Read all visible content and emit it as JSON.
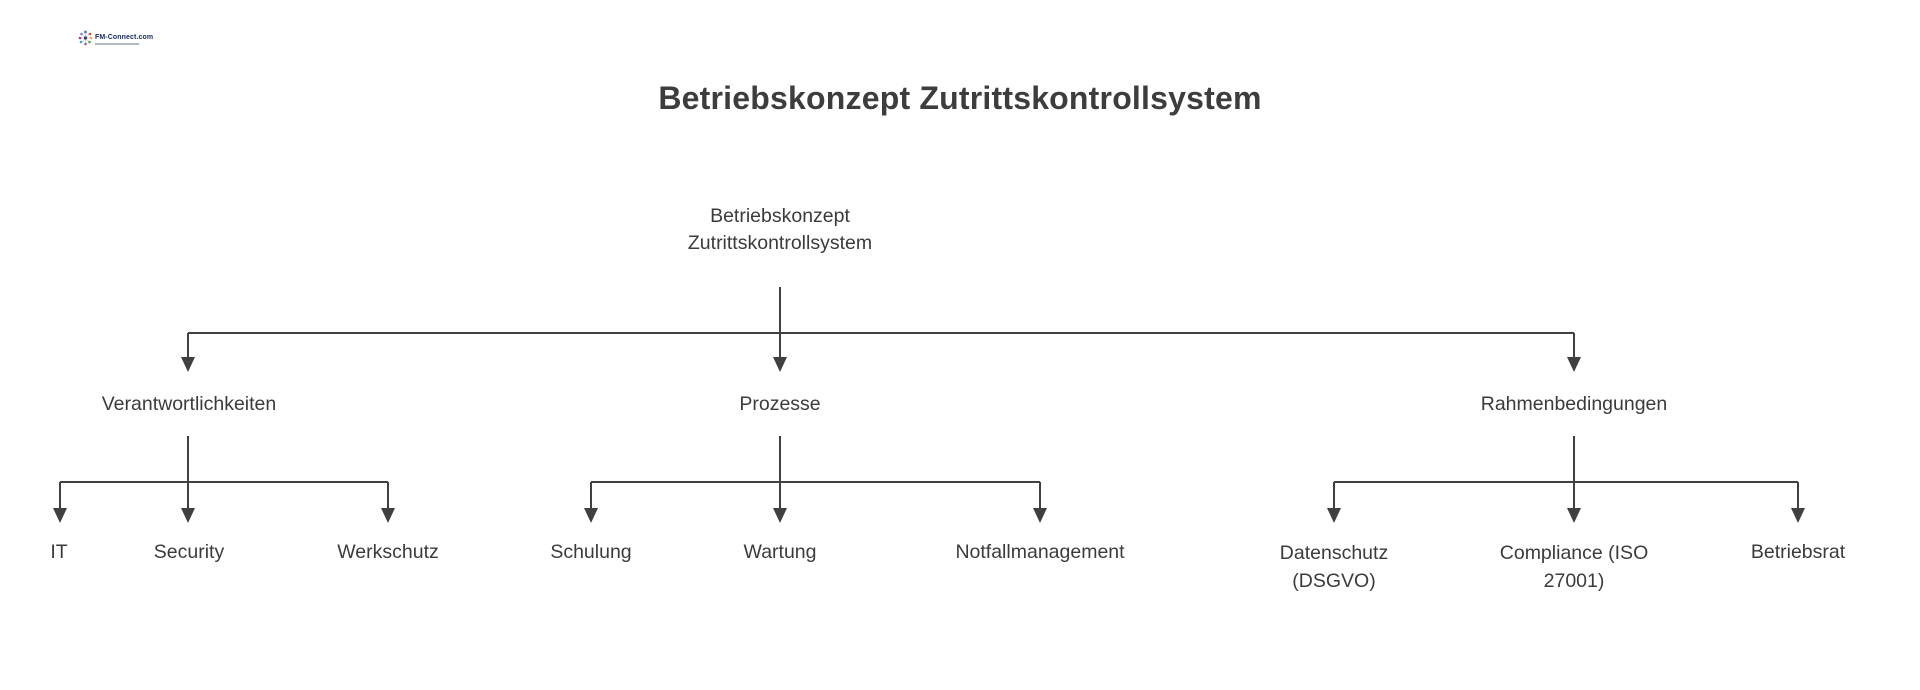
{
  "header": {
    "title": "Betriebskonzept Zutrittskontrollsystem"
  },
  "logo": {
    "text": "FM-Connect.com"
  },
  "diagram": {
    "type": "tree",
    "colors": {
      "line": "#404040",
      "text": "#3b3b3b",
      "title": "#3d3d3d"
    },
    "root": {
      "label": "Betriebskonzept Zutrittskontrollsystem"
    },
    "branches": [
      {
        "label": "Verantwortlichkeiten",
        "children": [
          {
            "label": "IT"
          },
          {
            "label": "Security"
          },
          {
            "label": "Werkschutz"
          }
        ]
      },
      {
        "label": "Prozesse",
        "children": [
          {
            "label": "Schulung"
          },
          {
            "label": "Wartung"
          },
          {
            "label": "Notfallmanagement"
          }
        ]
      },
      {
        "label": "Rahmenbedingungen",
        "children": [
          {
            "label": "Datenschutz (DSGVO)"
          },
          {
            "label": "Compliance (ISO 27001)"
          },
          {
            "label": "Betriebsrat"
          }
        ]
      }
    ]
  }
}
